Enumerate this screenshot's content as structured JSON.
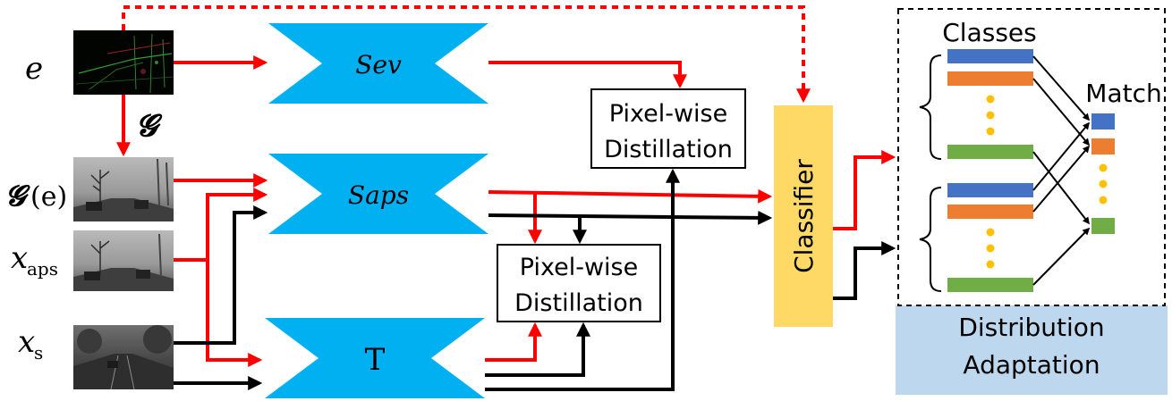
{
  "colors": {
    "red": "#ff0000",
    "black": "#000000",
    "encoder_blue": "#00b0f0",
    "classifier_yellow": "#ffd966",
    "da_blue": "#bdd7ee",
    "class_blue": "#4472c4",
    "class_orange": "#ed7d31",
    "class_green": "#70ad47",
    "dot_yellow": "#ffc000"
  },
  "inputs": {
    "e": "e",
    "g_arrow": "𝓖",
    "ge_script": "𝓖",
    "ge_arg": "(e)",
    "xaps_base": "x",
    "xaps_sub": "aps",
    "xs_base": "x",
    "xs_sub": "s"
  },
  "encoders": {
    "sev": "Sev",
    "saps": "Saps",
    "teacher": "T"
  },
  "distill_top": {
    "line1": "Pixel-wise",
    "line2": "Distillation"
  },
  "distill_bottom": {
    "line1": "Pixel-wise",
    "line2": "Distillation"
  },
  "classifier": "Classifier",
  "classes_label": "Classes",
  "match_label": "Match",
  "distribution": {
    "line1": "Distribution",
    "line2": "Adaptation"
  },
  "icons": {
    "event_image": "event-frame-thumbnail",
    "aps_image": "grayscale-street-thumbnail",
    "source_image": "source-street-thumbnail"
  }
}
